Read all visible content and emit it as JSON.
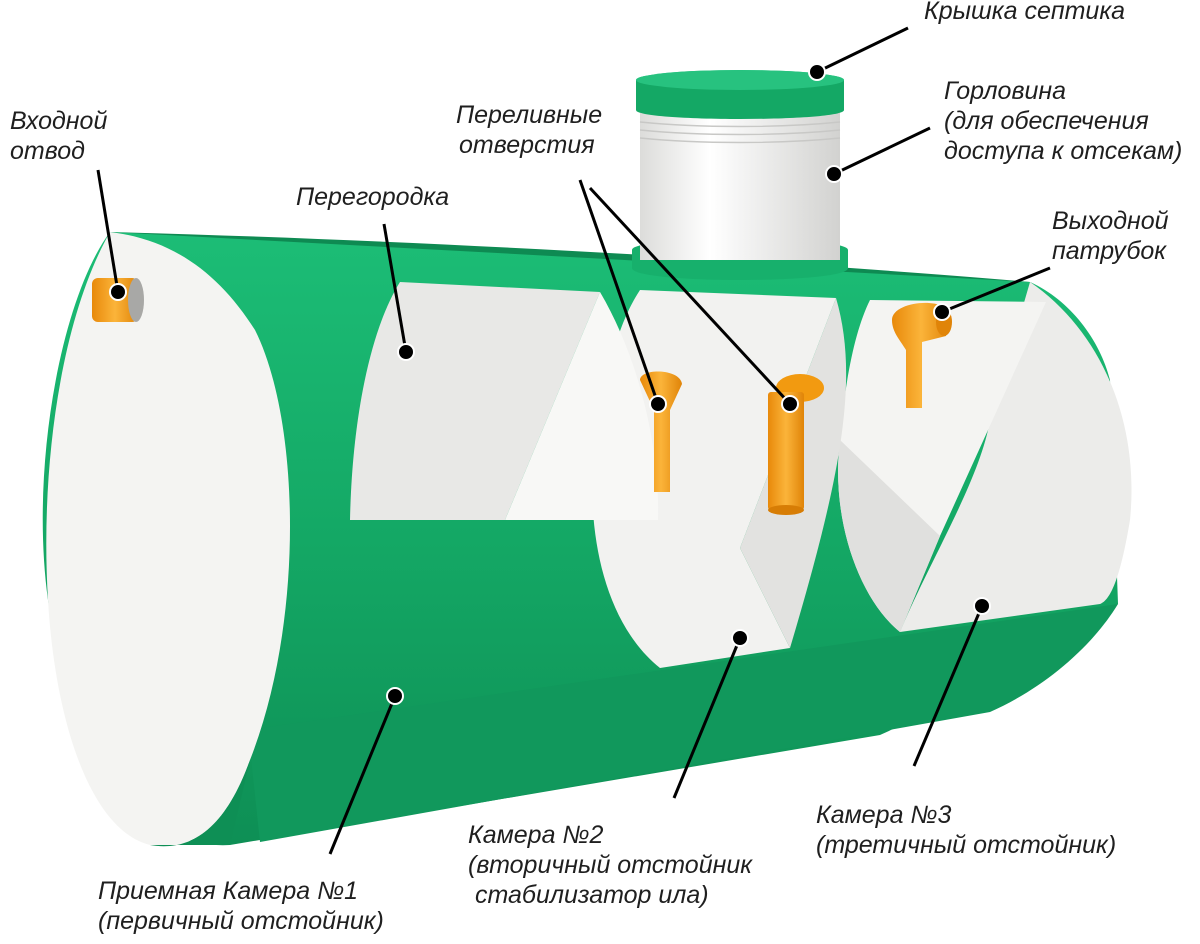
{
  "colors": {
    "tank_green": "#14a865",
    "tank_green_dark": "#0d8a51",
    "tank_green_light": "#1dc07a",
    "partition_white": "#ececea",
    "pipe_orange": "#f7a21b",
    "leader_line": "#000000"
  },
  "labels": {
    "lid": "Крышка септика",
    "neck_line1": "Горловина",
    "neck_line2": "(для обеспечения",
    "neck_line3": "доступа к отсекам)",
    "inlet_line1": "Входной",
    "inlet_line2": "отвод",
    "overflow_line1": "Переливные",
    "overflow_line2": "отверстия",
    "partition": "Перегородка",
    "outlet_line1": "Выходной",
    "outlet_line2": "патрубок",
    "chamber1_line1": "Приемная Камера №1",
    "chamber1_line2": "(первичный отстойник)",
    "chamber2_line1": "Камера №2",
    "chamber2_line2": "(вторичный отстойник",
    "chamber2_line3": " стабилизатор ила)",
    "chamber3_line1": "Камера №3",
    "chamber3_line2": "(третичный отстойник)"
  }
}
